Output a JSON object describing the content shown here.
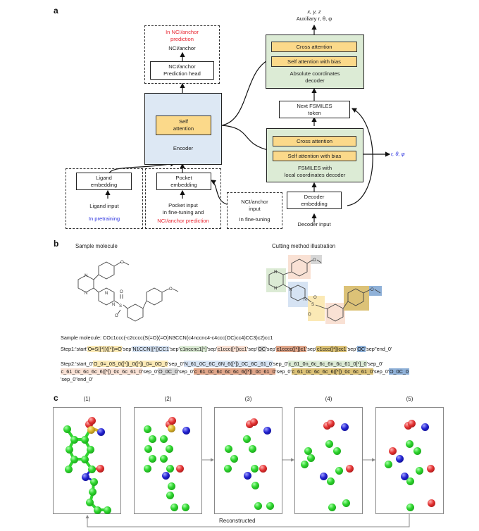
{
  "panel_a": {
    "letter": "a",
    "output_top": {
      "line1": "x, y, z",
      "line2": "Auxiliary r, θ, φ"
    },
    "nci_output_box": {
      "red_line1": "In NCI/anchor",
      "red_line2": "prediction",
      "output": "NCI/anchor"
    },
    "prediction_head": {
      "line1": "NCI/anchor",
      "line2": "Prediction head"
    },
    "encoder": {
      "attention_line1": "Self",
      "attention_line2": "attention",
      "label": "Encoder"
    },
    "absolute_decoder": {
      "cross": "Cross attention",
      "self": "Self attention with bias",
      "line1": "Absolute coordinates",
      "line2": "decoder"
    },
    "next_token": {
      "line1": "Next FSMILES",
      "line2": "token"
    },
    "local_decoder": {
      "cross": "Cross attention",
      "self": "Self attention with bias",
      "line1": "FSMILES with",
      "line2": "local coordinates decoder"
    },
    "side_output": "r, θ, φ",
    "ligand": {
      "emb_line1": "Ligand",
      "emb_line2": "embedding",
      "input": "Ligand input",
      "note": "In pretraining"
    },
    "pocket": {
      "emb_line1": "Pocket",
      "emb_line2": "embedding",
      "input": "Pocket input",
      "note1": "In fine-tuning and",
      "note2": "NCI/anchor prediction"
    },
    "nci_input": {
      "line1": "NCI/anchor",
      "line2": "input",
      "note": "In fine-tuning"
    },
    "decoder_emb": {
      "line1": "Decoder",
      "line2": "embedding",
      "input": "Decoder input"
    }
  },
  "panel_b": {
    "letter": "b",
    "sample_title": "Sample molecule",
    "cutting_title": "Cutting method illustration",
    "sample_smiles_label": "Sample molecule: ",
    "sample_smiles": "COc1ccc(-c2cccc(S(=O)(=O)N3CCN(c4nccnc4-c4ccc(OC)cc4)CC3)c2)cc1",
    "step1": [
      {
        "t": "Step1:'start'",
        "c": ""
      },
      {
        "t": "O=S([*])([*])=O",
        "c": "yellow"
      },
      {
        "t": "'sep'",
        "c": ""
      },
      {
        "t": "N1CCN([*])CC1",
        "c": "blue"
      },
      {
        "t": "'sep'",
        "c": ""
      },
      {
        "t": "c1nccnc1[*]",
        "c": "green"
      },
      {
        "t": "'sep'",
        "c": ""
      },
      {
        "t": "c1ccc([*])cc1",
        "c": "pink"
      },
      {
        "t": "'sep'",
        "c": ""
      },
      {
        "t": "OC",
        "c": "grey"
      },
      {
        "t": "'sep'",
        "c": ""
      },
      {
        "t": "c1cccc([*])c1",
        "c": "orange"
      },
      {
        "t": "'sep'",
        "c": ""
      },
      {
        "t": "c1ccc([*])cc1",
        "c": "olive"
      },
      {
        "t": "'sep'",
        "c": ""
      },
      {
        "t": "OC",
        "c": "dblue"
      },
      {
        "t": "'sep''end_0'",
        "c": ""
      }
    ],
    "step2_line1": [
      {
        "t": "Step2:'start_0'",
        "c": ""
      },
      {
        "t": "O_0=_0S_0([*])_0([*])_0=_0O_0",
        "c": "yellow"
      },
      {
        "t": "'sep_0'",
        "c": ""
      },
      {
        "t": "N_61_0C_6C_6N_6([*])_0C_6C_61_0",
        "c": "blue"
      },
      {
        "t": "'sep_0'",
        "c": ""
      },
      {
        "t": "c_61_0n_6c_6c_6n_6c_61_0[*]_0",
        "c": "green"
      },
      {
        "t": "'sep_0'",
        "c": ""
      }
    ],
    "step2_line2": [
      {
        "t": "c_61_0c_6c_6c_6([*])_0c_6c_61_0",
        "c": "pink"
      },
      {
        "t": "'sep_0'",
        "c": ""
      },
      {
        "t": "O_0C_0",
        "c": "grey"
      },
      {
        "t": "'sep_0'",
        "c": ""
      },
      {
        "t": "c_61_0c_6c_6c_6c_6([*])_0c_61_0",
        "c": "orange"
      },
      {
        "t": "'sep_0'",
        "c": ""
      },
      {
        "t": "c_61_0c_6c_6c_6([*])_0c_6c_61_0",
        "c": "olive"
      },
      {
        "t": "'sep_0'",
        "c": ""
      },
      {
        "t": "O_0C_0",
        "c": "dblue"
      }
    ],
    "step2_line3": "'sep_0''end_0'",
    "highlight_colors": {
      "yellow": "#fbe9b5",
      "blue": "#d6e3f3",
      "green": "#dcebd5",
      "pink": "#f9e1d4",
      "grey": "#d7d7d7",
      "orange": "#e0a68a",
      "olive": "#dcc277",
      "dblue": "#8fb1d8"
    }
  },
  "panel_c": {
    "letter": "c",
    "frames": [
      {
        "title": "(1)"
      },
      {
        "title": "(2)"
      },
      {
        "title": "(3)"
      },
      {
        "title": "(4)"
      },
      {
        "title": "(5)"
      }
    ],
    "loop_label": "Reconstructed",
    "atom_colors": {
      "carbon": "#2fd62f",
      "oxygen": "#e23030",
      "nitrogen": "#2020d0",
      "sulfur": "#d6b027"
    }
  }
}
